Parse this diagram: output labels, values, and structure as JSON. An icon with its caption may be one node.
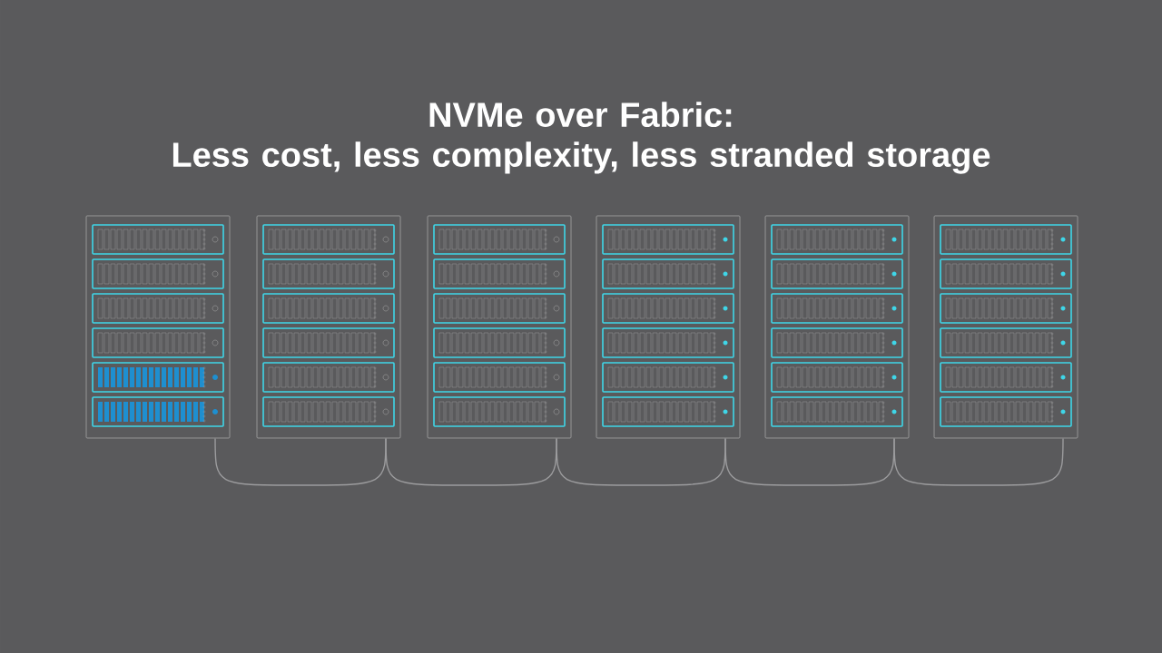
{
  "diagram": {
    "title": "NVMe over Fabric: Less cost, less complexity, less stranded storage",
    "nodes": [
      {
        "text": [],
        "shape": "server"
      },
      {
        "text": [],
        "shape": "server"
      },
      {
        "text": [],
        "shape": "server"
      },
      {
        "text": [],
        "shape": "server"
      },
      {
        "text": [],
        "shape": "server"
      },
      {
        "text": [],
        "shape": "server"
      }
    ],
    "edges": [
      {
        "from": 0,
        "to": 1,
        "arrow": "none"
      },
      {
        "from": 1,
        "to": 2,
        "arrow": "none"
      },
      {
        "from": 2,
        "to": 3,
        "arrow": "none"
      },
      {
        "from": 3,
        "to": 4,
        "arrow": "none"
      },
      {
        "from": 4,
        "to": 5,
        "arrow": "none"
      }
    ]
  }
}
